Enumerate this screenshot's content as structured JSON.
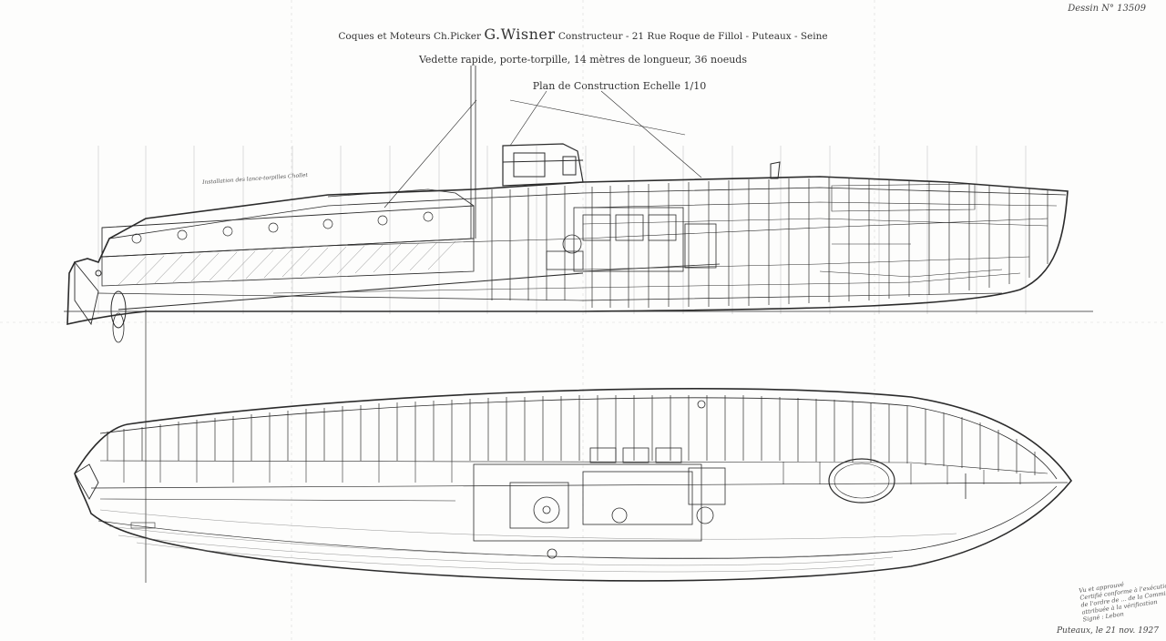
{
  "drawing_number": "Dessin N° 13509",
  "title_block": {
    "builder_prefix": "Coques et Moteurs Ch.Picker",
    "builder_name": "G.Wisner",
    "builder_suffix": "Constructeur - 21 Rue Roque de Fillol - Puteaux - Seine",
    "description": "Vedette rapide, porte-torpille, 14 mètres de longueur, 36 noeuds",
    "plan_title": "Plan de Construction  Echelle 1/10"
  },
  "callout_label": "Installation des lance-torpilles Chollet",
  "approval_stamp": {
    "lines": [
      "Vu et approuvé",
      "Certifié conforme à l'exécution",
      "de l'ordre de ... de la Commission",
      "attribuée à la vérification",
      "Signé : Lebon"
    ]
  },
  "signature": "Puteaux, le 21 nov. 1927",
  "colors": {
    "ink": "#2b2b2b",
    "paper": "#fdfdfc",
    "hatch": "#555555"
  }
}
